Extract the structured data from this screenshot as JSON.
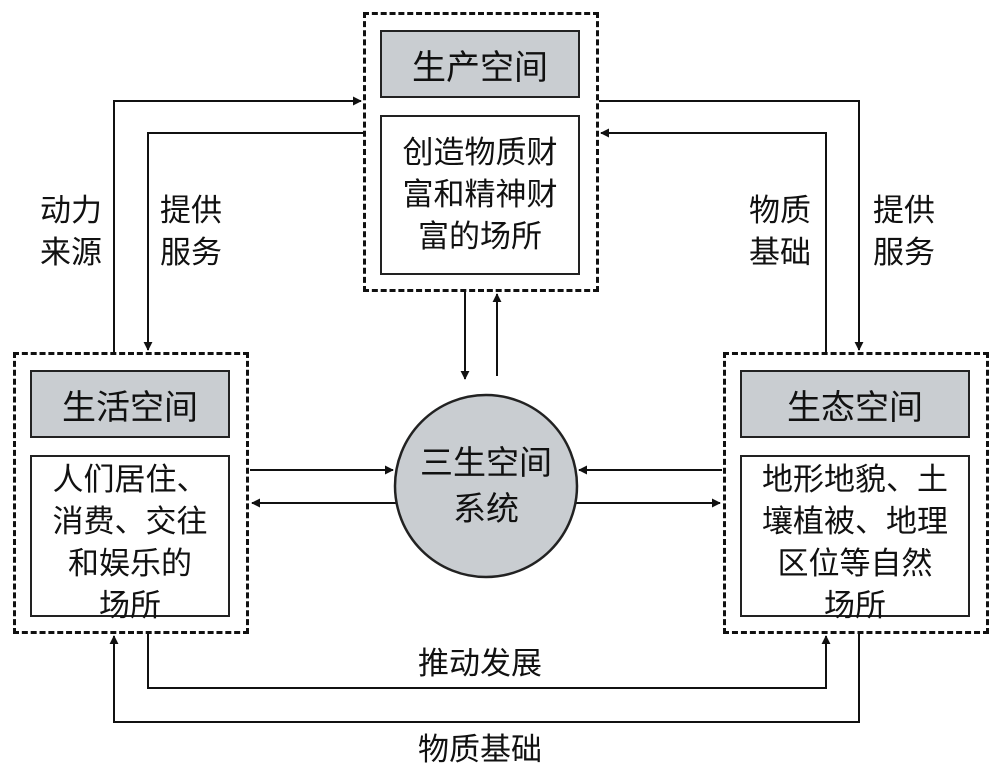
{
  "production": {
    "title": "生产空间",
    "desc_lines": [
      "创造物质财",
      "富和精神财",
      "富的场所"
    ]
  },
  "living": {
    "title": "生活空间",
    "desc_lines": [
      "人们居住、",
      "消费、交往",
      "和娱乐的",
      "场所"
    ]
  },
  "ecology": {
    "title": "生态空间",
    "desc_lines": [
      "地形地貌、土",
      "壤植被、地理",
      "区位等自然",
      "场所"
    ]
  },
  "center": {
    "lines": [
      "三生空间",
      "系统"
    ]
  },
  "labels": {
    "left_outer": [
      "动力",
      "来源"
    ],
    "left_inner": [
      "提供",
      "服务"
    ],
    "right_inner": [
      "物质",
      "基础"
    ],
    "right_outer": [
      "提供",
      "服务"
    ],
    "bottom_inner": "推动发展",
    "bottom_outer": "物质基础"
  }
}
